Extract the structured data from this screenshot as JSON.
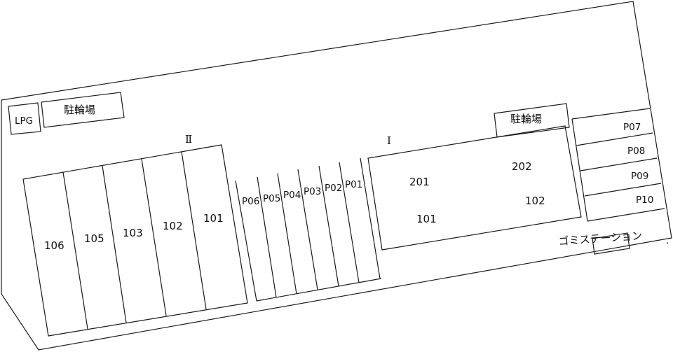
{
  "site": {
    "lpg": "LPG",
    "bike_parking_left": "駐輪場",
    "bike_parking_right": "駐輪場",
    "garbage_station": "ゴミステーション"
  },
  "building_2": {
    "name": "Ⅱ",
    "units": [
      "106",
      "105",
      "103",
      "102",
      "101"
    ]
  },
  "building_1": {
    "name": "Ⅰ",
    "units": [
      "201",
      "202",
      "101",
      "102"
    ]
  },
  "parking": {
    "center": [
      "P06",
      "P05",
      "P04",
      "P03",
      "P02",
      "P01"
    ],
    "right": [
      "P07",
      "P08",
      "P09",
      "P10"
    ]
  }
}
